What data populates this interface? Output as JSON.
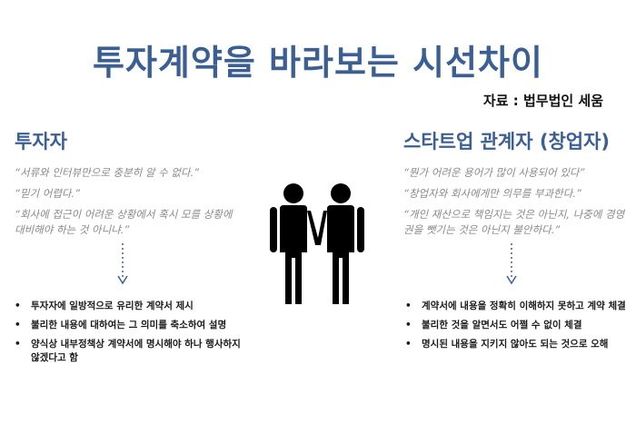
{
  "title": "투자계약을 바라보는 시선차이",
  "source": "자료 : 법무법인 세움",
  "left": {
    "heading": "투자자",
    "quotes": [
      "“서류와 인터뷰만으로 충분히 알 수 없다.”",
      "“믿기 어렵다.”",
      "“회사에 접근이 어려운 상황에서 혹시 모를 상황에 대비해야 하는 것 아니냐.”"
    ],
    "bullets": [
      "투자자에 일방적으로 유리한 계약서 제시",
      "불리한 내용에 대하여는 그 의미를 축소하여 설명",
      "양식상 내부정책상 계약서에 명시해야 하나 행사하지 않겠다고 함"
    ]
  },
  "right": {
    "heading": "스타트업 관계자 (창업자)",
    "quotes": [
      "“뭔가 어려운 용어가 많이 사용되어 있다”",
      "“창업자와 회사에게만 의무를 부과한다.”",
      "“개인 재산으로 책임지는 것은 아닌지, 나중에 경영권을 뺏기는 것은 아닌지 불안하다.”"
    ],
    "bullets": [
      "계약서에 내용을 정확히 이해하지 못하고 계약 체결",
      "불리한 것을 알면서도 어쩔 수 없이 체결",
      "명시된 내용을 지키지 않아도 되는 것으로 오해"
    ]
  },
  "bullet_glyph": "•",
  "colors": {
    "title": "#3b5f93",
    "quote": "#8a8a8a",
    "arrow": "#3b5f93",
    "figure": "#000000"
  },
  "icons": [
    "two-people-icon",
    "dotted-arrow-down-icon"
  ]
}
